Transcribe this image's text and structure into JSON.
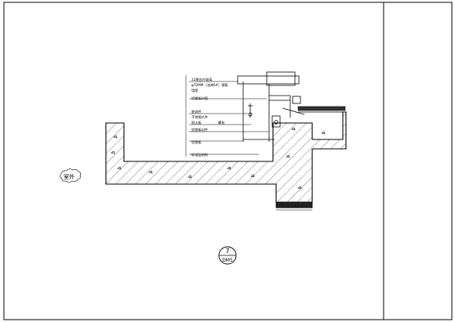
{
  "drawing": {
    "outside_label": "室外",
    "callouts": [
      "12厚白片玻璃",
      "φ70MM（油漆6#）钢管",
      "墙壁",
      "铝塑板封面",
      "装饰件",
      "不锈钢爪件",
      "耐火板",
      "螺栓",
      "铝塑板封件",
      "铝塑板",
      "标准层结构"
    ],
    "detail_marker": {
      "number": "7",
      "sheet": "DM5"
    }
  },
  "colors": {
    "line": "#000000",
    "hatch": "#000000"
  }
}
